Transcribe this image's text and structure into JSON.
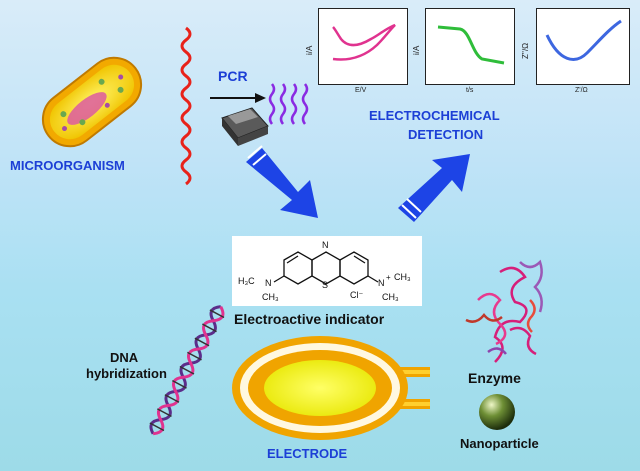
{
  "labels": {
    "microorganism": "MICROORGANISM",
    "pcr": "PCR",
    "detection_line1": "ELECTROCHEMICAL",
    "detection_line2": "DETECTION",
    "indicator": "Electroactive indicator",
    "dna_line1": "DNA",
    "dna_line2": "hybridization",
    "enzyme": "Enzyme",
    "nanoparticle": "Nanoparticle",
    "electrode": "ELECTRODE"
  },
  "plots": [
    {
      "ylabel": "i/A",
      "xlabel": "E/V",
      "color": "#e0338f"
    },
    {
      "ylabel": "i/A",
      "xlabel": "t/s",
      "color": "#2fbd3a"
    },
    {
      "ylabel": "Z''/Ω",
      "xlabel": "Z'/Ω",
      "color": "#3d67e0"
    }
  ],
  "chem": {
    "left_group": "H₃C",
    "left_n": "N",
    "left_ch3": "CH₃",
    "s": "S",
    "n_top": "N",
    "right_n": "N",
    "right_plus": "+",
    "right_ch3_top": "CH₃",
    "right_ch3_bottom": "CH₃",
    "counter_ion": "Cl⁻"
  },
  "colors": {
    "label_blue": "#1c3fd6",
    "arrow_blue": "#1d44e6",
    "dna_red": "#e8221a",
    "pcr_purple": "#8a2be2",
    "electrode_gold": "#f0a400",
    "electrode_core": "#ffff33"
  }
}
